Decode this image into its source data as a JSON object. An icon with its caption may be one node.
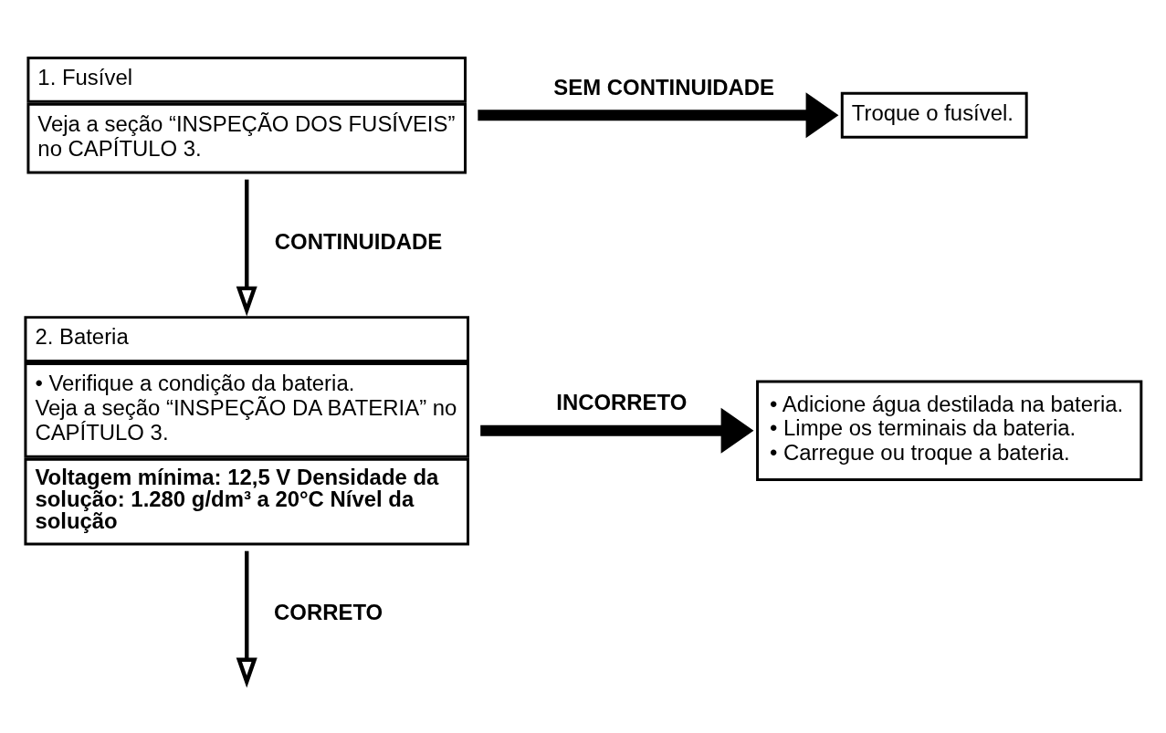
{
  "diagram": {
    "nodes": [
      {
        "text": [
          "1. Fusível",
          "Veja a seção “INSPEÇÃO DOS FUSÍVEIS” no CAPÍTULO 3."
        ]
      },
      {
        "text": [
          "Troque o fusível."
        ]
      },
      {
        "text": [
          "2. Bateria",
          "• Verifique a condição da bateria. Veja a seção “INSPEÇÃO DA BATERIA” no CAPÍTULO 3.",
          "Voltagem mínima: 12,5 V Densidade da solução: 1.280 g/dm³ a 20°C Nível da solução"
        ]
      },
      {
        "text": [
          "• Adicione água destilada na bateria.",
          "• Limpe os terminais da bateria.",
          "• Carregue ou troque a bateria."
        ]
      }
    ],
    "edges": [
      {
        "from": 0,
        "to": 1,
        "arrow": "to",
        "label": "SEM CONTINUIDADE",
        "style": "thick"
      },
      {
        "from": 0,
        "to": 2,
        "arrow": "to",
        "label": "CONTINUIDADE"
      },
      {
        "from": 2,
        "to": 3,
        "arrow": "to",
        "label": "INCORRETO",
        "style": "thick"
      },
      {
        "from": 2,
        "to": null,
        "arrow": "to",
        "label": "CORRETO"
      }
    ]
  }
}
